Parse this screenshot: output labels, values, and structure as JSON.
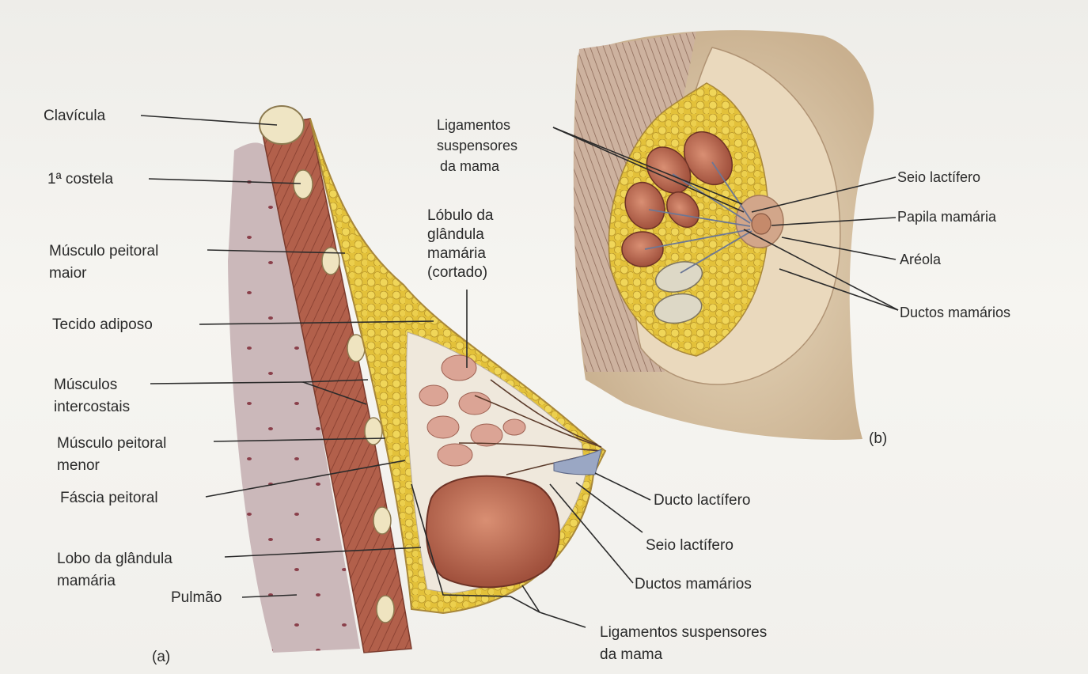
{
  "figure_a": {
    "panel_label": "(a)",
    "labels": {
      "clavicula": "Clavícula",
      "costela": "1ª costela",
      "peitoral_maior_1": "Músculo peitoral",
      "peitoral_maior_2": "maior",
      "tecido_adiposo": "Tecido adiposo",
      "intercostais_1": "Músculos",
      "intercostais_2": "intercostais",
      "peitoral_menor_1": "Músculo peitoral",
      "peitoral_menor_2": "menor",
      "fascia": "Fáscia peitoral",
      "lobo_1": "Lobo da glândula",
      "lobo_2": "mamária",
      "pulmao": "Pulmão",
      "lobulo_1": "Lóbulo da",
      "lobulo_2": "glândula",
      "lobulo_3": "mamária",
      "lobulo_4": "(cortado)",
      "ducto_lactifero": "Ducto lactífero",
      "seio_lactifero": "Seio lactífero",
      "ductos_mamarios": "Ductos mamários",
      "ligamentos_1": "Ligamentos suspensores",
      "ligamentos_2": "da mama"
    }
  },
  "figure_b": {
    "panel_label": "(b)",
    "labels": {
      "ligamentos_1": "Ligamentos",
      "ligamentos_2": "suspensores",
      "ligamentos_3": "da mama",
      "seio_lactifero": "Seio lactífero",
      "papila": "Papila mamária",
      "areola": "Aréola",
      "ductos_mamarios": "Ductos mamários"
    }
  },
  "colors": {
    "fat": "#e6c43c",
    "muscle": "#a85a44",
    "lobule": "#d79a8c",
    "lung": "#c7b3b5",
    "skin": "#e6d2b2"
  }
}
